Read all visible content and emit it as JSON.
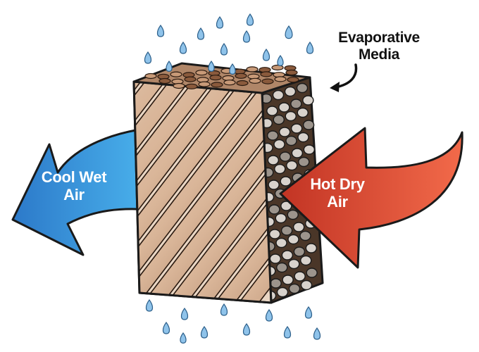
{
  "labels": {
    "media_line1": "Evaporative",
    "media_line2": "Media",
    "cool_line1": "Cool Wet",
    "cool_line2": "Air",
    "hot_line1": "Hot Dry",
    "hot_line2": "Air"
  },
  "colors": {
    "drop": "#8fc3ea",
    "cool_air": "#2f8fd8",
    "hot_air": "#e04a30",
    "media_light": "#e9d6c4",
    "media_dark": "#6b4129",
    "outline": "#1a1a1a"
  },
  "icons": {
    "drops": "water-drop-icon",
    "pointer": "curved-arrow-icon"
  }
}
